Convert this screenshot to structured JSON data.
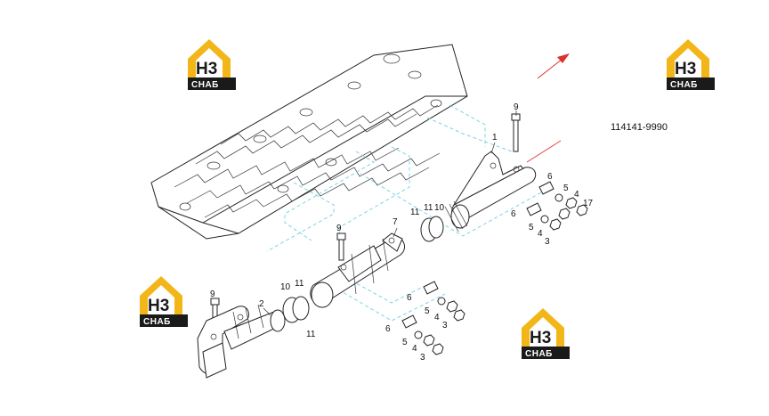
{
  "part_number": "114141-9990",
  "logo": {
    "main": "H3",
    "sub": "СНАБ",
    "gold": "#f2b619",
    "dark": "#1a1a1a"
  },
  "colors": {
    "leader_dashes": "#7fd3e3",
    "arrow": "#e0302b"
  },
  "callouts": [
    {
      "label": "1"
    },
    {
      "label": "9"
    },
    {
      "label": "6"
    },
    {
      "label": "5"
    },
    {
      "label": "4"
    },
    {
      "label": "17"
    },
    {
      "label": "6"
    },
    {
      "label": "5"
    },
    {
      "label": "4"
    },
    {
      "label": "3"
    },
    {
      "label": "11"
    },
    {
      "label": "11"
    },
    {
      "label": "10"
    },
    {
      "label": "7"
    },
    {
      "label": "9"
    },
    {
      "label": "9"
    },
    {
      "label": "2"
    },
    {
      "label": "10"
    },
    {
      "label": "11"
    },
    {
      "label": "11"
    },
    {
      "label": "6"
    },
    {
      "label": "5"
    },
    {
      "label": "4"
    },
    {
      "label": "3"
    },
    {
      "label": "6"
    },
    {
      "label": "5"
    },
    {
      "label": "4"
    },
    {
      "label": "3"
    }
  ]
}
